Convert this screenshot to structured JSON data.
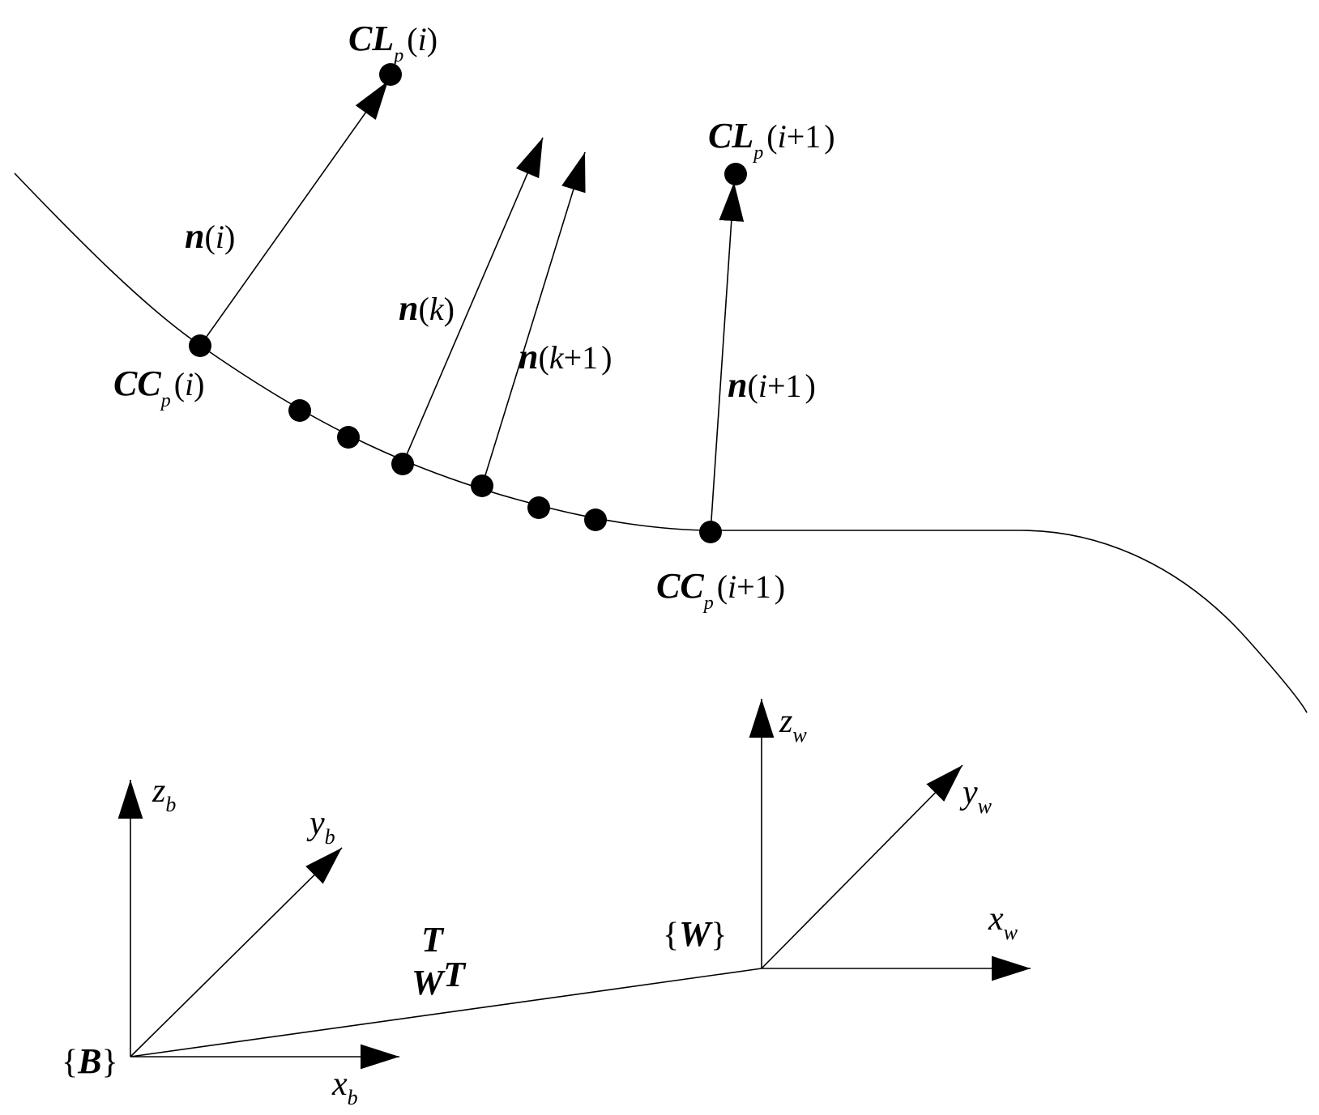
{
  "colors": {
    "stroke": "#000000",
    "background": "#ffffff"
  },
  "labels": {
    "cl_i": {
      "main": "CL",
      "sub": "p",
      "open": "(",
      "var": "i",
      "close": ")"
    },
    "cl_i1": {
      "main": "CL",
      "sub": "p",
      "open": "(",
      "var": "i",
      "plus": "+1",
      "close": ")"
    },
    "cc_i": {
      "main": "CC",
      "sub": "p",
      "open": "(",
      "var": "i",
      "close": ")"
    },
    "cc_i1": {
      "main": "CC",
      "sub": "p",
      "open": "(",
      "var": "i",
      "plus": "+1",
      "close": ")"
    },
    "n_i": {
      "main": "n",
      "open": "(",
      "var": "i",
      "close": ")"
    },
    "n_k": {
      "main": "n",
      "open": "(",
      "var": "k",
      "close": ")"
    },
    "n_k1": {
      "main": "n",
      "open": "(",
      "var": "k",
      "plus": "+1",
      "close": ")"
    },
    "n_i1": {
      "main": "n",
      "open": "(",
      "var": "i",
      "plus": "+1",
      "close": ")"
    },
    "frame_b": {
      "open": "{",
      "name": "B",
      "close": "}"
    },
    "frame_w": {
      "open": "{",
      "name": "W",
      "close": "}"
    },
    "z_b": {
      "axis": "z",
      "sub": "b"
    },
    "y_b": {
      "axis": "y",
      "sub": "b"
    },
    "x_b": {
      "axis": "x",
      "sub": "b"
    },
    "z_w": {
      "axis": "z",
      "sub": "w"
    },
    "y_w": {
      "axis": "y",
      "sub": "w"
    },
    "x_w": {
      "axis": "x",
      "sub": "w"
    },
    "transform": {
      "top": "T",
      "bottom_left": "W",
      "bottom_right": "T"
    }
  }
}
